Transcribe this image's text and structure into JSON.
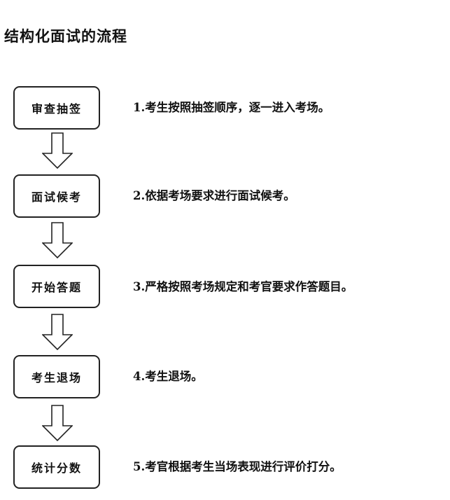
{
  "title": "结构化面试的流程",
  "steps": [
    {
      "box": "审查抽签",
      "desc": "1.考生按照抽签顺序，逐一进入考场。"
    },
    {
      "box": "面试候考",
      "desc": "2.依据考场要求进行面试候考。"
    },
    {
      "box": "开始答题",
      "desc": "3.严格按照考场规定和考官要求作答题目。"
    },
    {
      "box": "考生退场",
      "desc": "4.考生退场。"
    },
    {
      "box": "统计分数",
      "desc": "5.考官根据考生当场表现进行评价打分。"
    }
  ]
}
